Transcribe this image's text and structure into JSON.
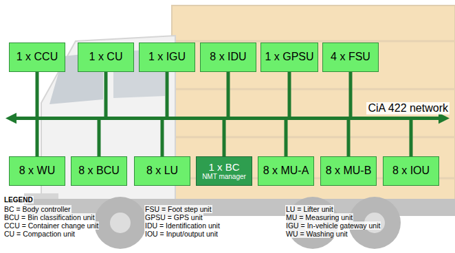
{
  "diagram": {
    "nodes": [
      {
        "text": [
          "1 x CCU"
        ]
      },
      {
        "text": [
          "1 x CU"
        ]
      },
      {
        "text": [
          "1 x IGU"
        ]
      },
      {
        "text": [
          "8 x IDU"
        ]
      },
      {
        "text": [
          "1 x GPSU"
        ]
      },
      {
        "text": [
          "4 x FSU"
        ]
      },
      {
        "text": [
          "CiA 422 network"
        ]
      },
      {
        "text": [
          "8 x WU"
        ]
      },
      {
        "text": [
          "8 x BCU"
        ]
      },
      {
        "text": [
          "8 x LU"
        ]
      },
      {
        "text": [
          "1 x BC",
          "NMT manager"
        ]
      },
      {
        "text": [
          "8 x MU-A"
        ]
      },
      {
        "text": [
          "8 x MU-B"
        ]
      },
      {
        "text": [
          "8 x IOU"
        ]
      }
    ],
    "edges": [
      {
        "from": 0,
        "to": 6,
        "arrow": "none"
      },
      {
        "from": 1,
        "to": 6,
        "arrow": "none"
      },
      {
        "from": 2,
        "to": 6,
        "arrow": "none"
      },
      {
        "from": 3,
        "to": 6,
        "arrow": "none"
      },
      {
        "from": 4,
        "to": 6,
        "arrow": "none"
      },
      {
        "from": 5,
        "to": 6,
        "arrow": "none"
      },
      {
        "from": 7,
        "to": 6,
        "arrow": "none"
      },
      {
        "from": 8,
        "to": 6,
        "arrow": "none"
      },
      {
        "from": 9,
        "to": 6,
        "arrow": "none"
      },
      {
        "from": 10,
        "to": 6,
        "arrow": "none"
      },
      {
        "from": 11,
        "to": 6,
        "arrow": "none"
      },
      {
        "from": 12,
        "to": 6,
        "arrow": "none"
      },
      {
        "from": 13,
        "to": 6,
        "arrow": "none"
      }
    ],
    "labels": [
      "LEGEND"
    ],
    "legend": [
      {
        "text": "BC = Body controller"
      },
      {
        "text": "BCU = Bin classification unit"
      },
      {
        "text": "CCU = Container change unit"
      },
      {
        "text": "CU = Compaction unit"
      },
      {
        "text": "FSU = Foot step unit"
      },
      {
        "text": "GPSU = GPS unit"
      },
      {
        "text": "IDU = Identification unit"
      },
      {
        "text": "IOU = Input/output unit"
      },
      {
        "text": "LU = Lifter unit"
      },
      {
        "text": "MU = Measuring unit"
      },
      {
        "text": "IGU = In-vehicle gateway unit"
      },
      {
        "text": "WU = Washing unit"
      }
    ]
  }
}
